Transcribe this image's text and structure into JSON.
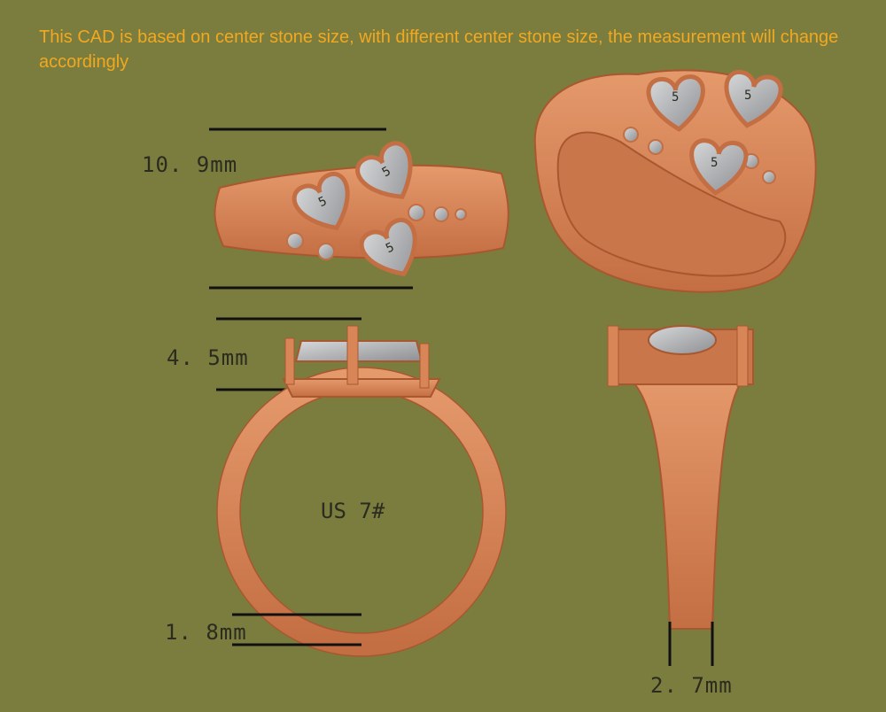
{
  "note": "This CAD is based on center stone size, with different center stone size, the measurement will change accordingly",
  "dimensions": {
    "width_top": "10. 9mm",
    "height_side": "4. 5mm",
    "band_thickness": "1. 8mm",
    "band_width": "2. 7mm"
  },
  "ring_size": "US 7#",
  "stone_label": "5",
  "colors": {
    "background": "#7b7d3e",
    "metal": "#d88558",
    "metal_dark": "#b8633c",
    "stone": "#a9abad",
    "note_text": "#f2a81f"
  }
}
